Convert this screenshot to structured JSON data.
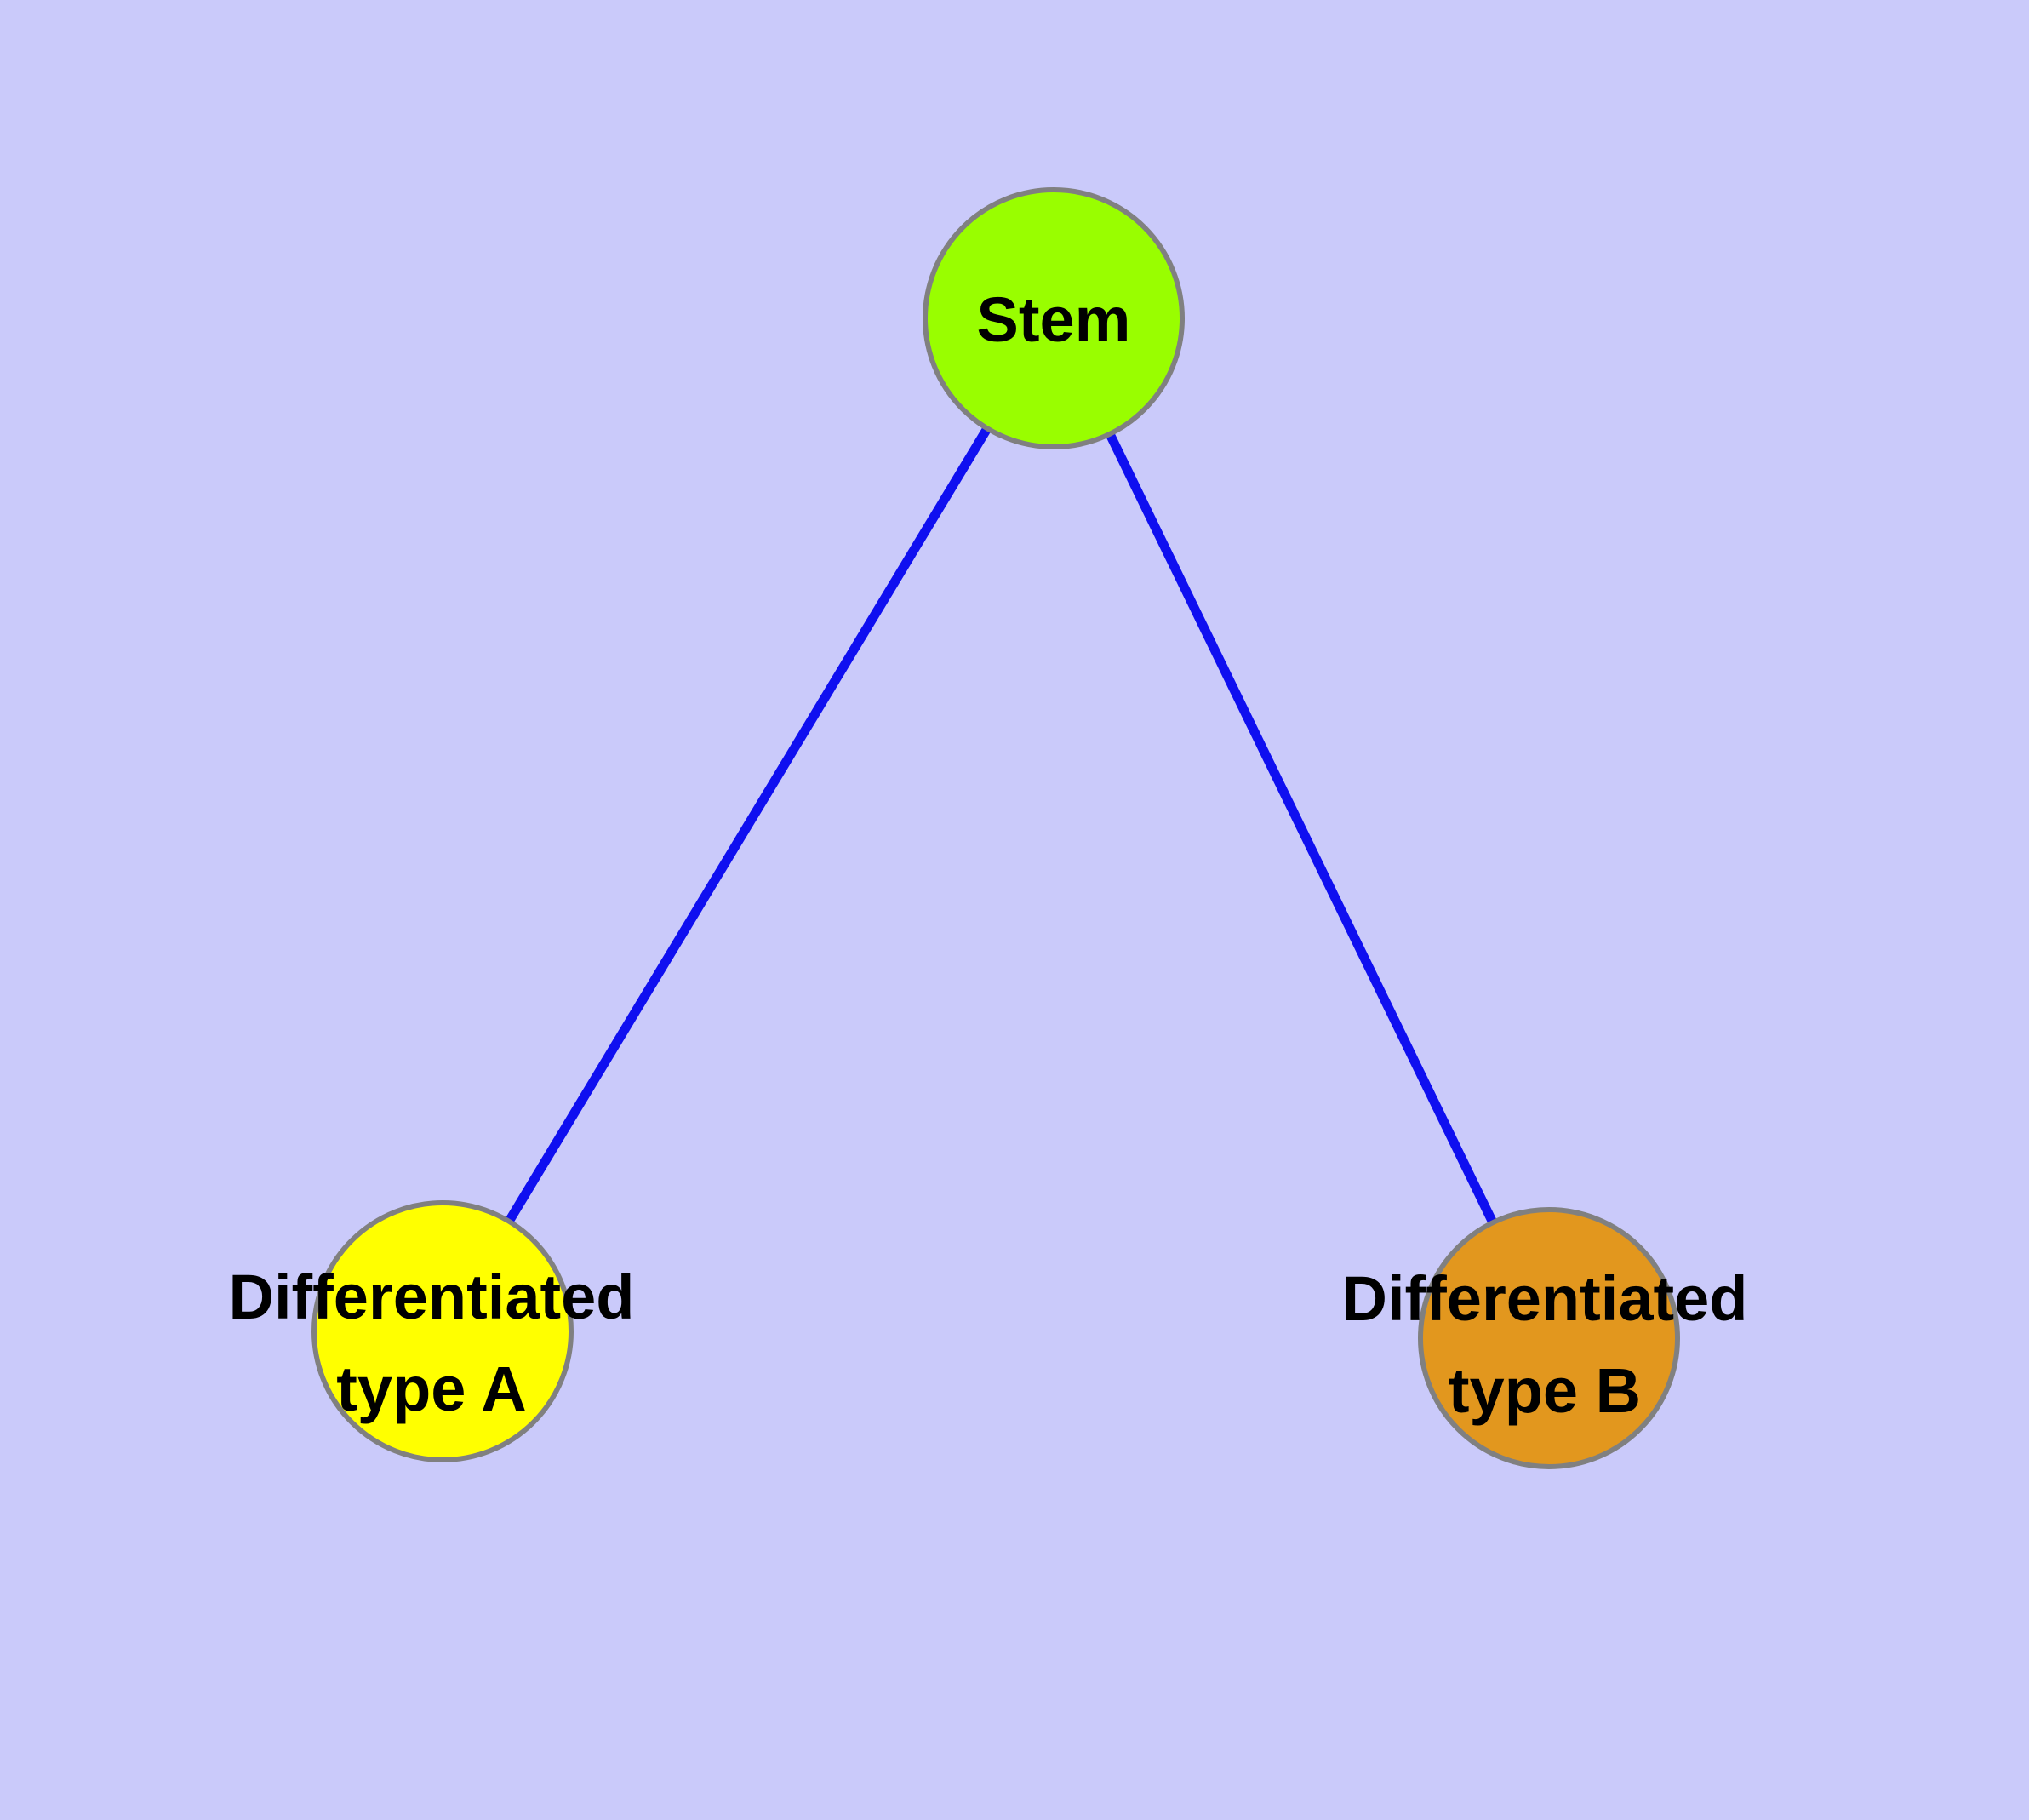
{
  "diagram": {
    "type": "node-link-graph",
    "background_color": "#cacafa",
    "edge_color": "#0f0ff0",
    "node_border_color": "#808080",
    "label_color": "#000000",
    "nodes": [
      {
        "id": "stem",
        "label": "Stem",
        "color": "#99fe00"
      },
      {
        "id": "type-a",
        "label": "Differentiated\ntype A",
        "color": "#ffff00"
      },
      {
        "id": "type-b",
        "label": "Differentiated\ntype B",
        "color": "#e2971e"
      }
    ],
    "edges": [
      {
        "from": "Stem",
        "to": "Differentiated type A"
      },
      {
        "from": "Stem",
        "to": "Differentiated type B"
      }
    ]
  }
}
